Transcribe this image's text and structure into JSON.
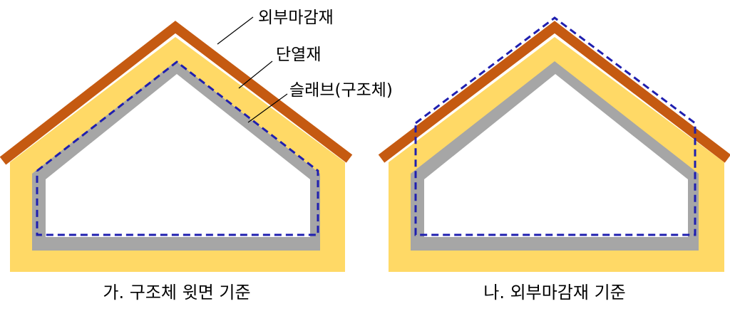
{
  "labels": {
    "exterior_finish": "외부마감재",
    "insulation": "단열재",
    "slab": "슬래브(구조체)"
  },
  "captions": {
    "left": "가. 구조체 윗면 기준",
    "right": "나. 외부마감재 기준"
  },
  "colors": {
    "insulation": "#FFD966",
    "finish": "#C55A11",
    "slab": "#A6A6A6",
    "boundary": "#1F1FAF"
  }
}
